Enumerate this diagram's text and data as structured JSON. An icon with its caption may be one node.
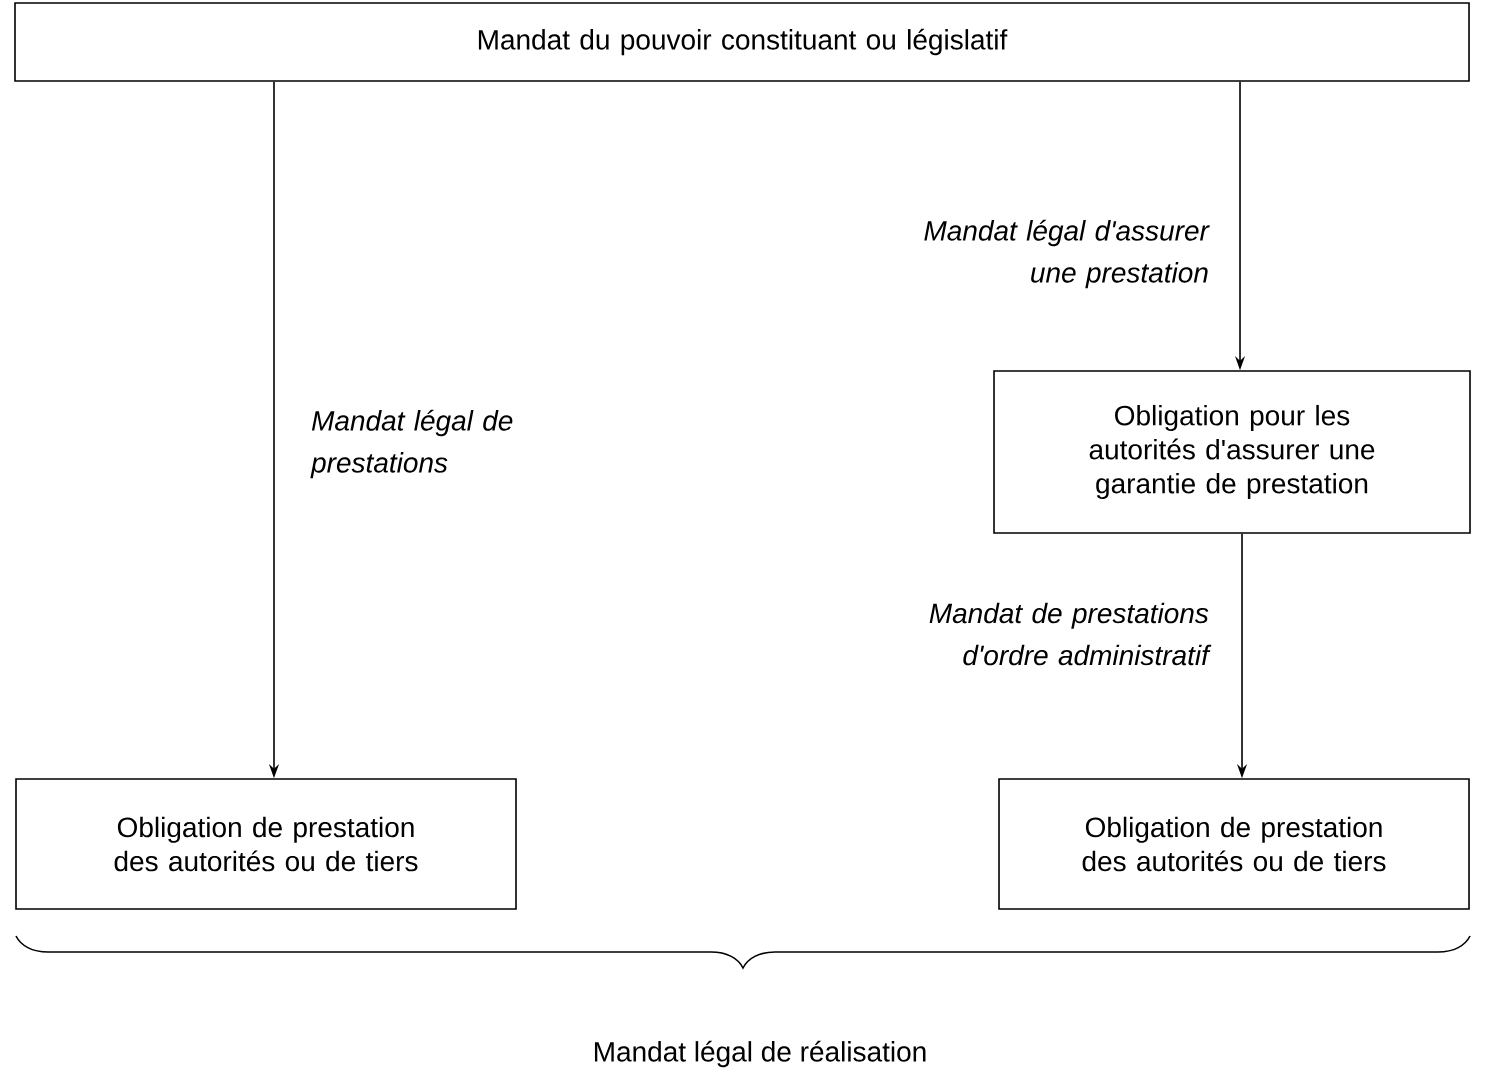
{
  "diagram": {
    "nodes": [
      {
        "text": [
          "Mandat du pouvoir constituant ou législatif"
        ]
      },
      {
        "text": [
          "Obligation pour les autorités d'assurer une garantie de prestation"
        ]
      },
      {
        "text": [
          "Obligation de prestation des autorités ou de tiers"
        ]
      },
      {
        "text": [
          "Obligation de prestation des autorités ou de tiers"
        ]
      }
    ],
    "edges": [
      {
        "from": 0,
        "to": 2,
        "arrow": "to",
        "label": "Mandat légal de prestations"
      },
      {
        "from": 0,
        "to": 1,
        "arrow": "to",
        "label": "Mandat légal d'assurer une prestation"
      },
      {
        "from": 1,
        "to": 3,
        "arrow": "to",
        "label": "Mandat de prestations d'ordre administratif"
      }
    ],
    "labels": [
      "Mandat légal de réalisation"
    ]
  }
}
